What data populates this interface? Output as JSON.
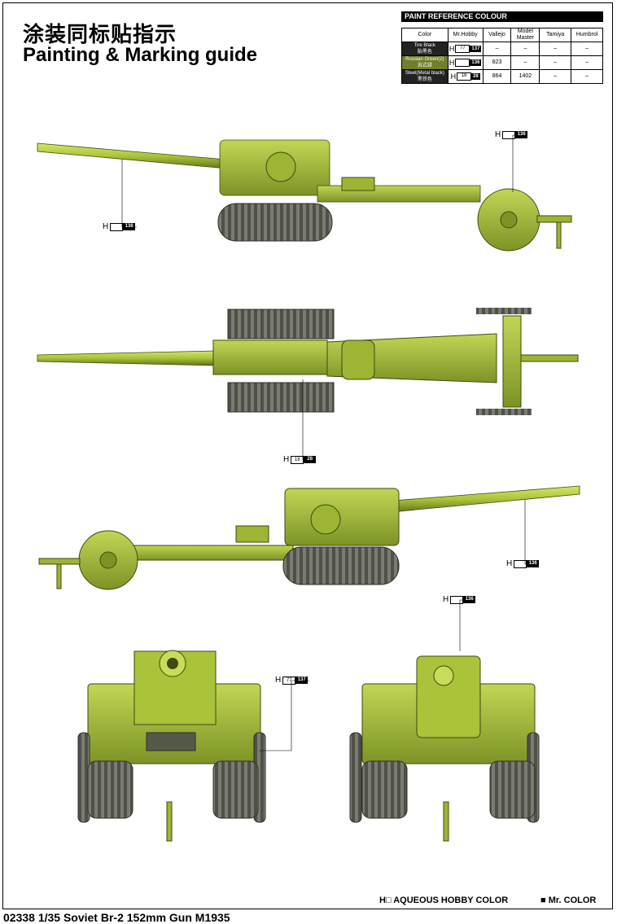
{
  "title_cn": "涂装同标贴指示",
  "title_en": "Painting & Marking guide",
  "paint_reference": {
    "heading": "PAINT REFERENCE COLOUR",
    "columns": [
      "Color",
      "Mr.Hobby",
      "Vallejo",
      "Model Master",
      "Tamiya",
      "Humbrol"
    ],
    "rows": [
      {
        "color": "Tire Black",
        "color_cn": "胎黑色",
        "h1": "77",
        "h2": "137",
        "vallejo": "–",
        "model_master": "–",
        "tamiya": "–",
        "humbrol": "–"
      },
      {
        "color": "Russian Green(2)",
        "color_cn": "苏式绿",
        "h1": "",
        "h2": "136",
        "vallejo": "823",
        "model_master": "–",
        "tamiya": "–",
        "humbrol": "–"
      },
      {
        "color": "Steel(Metal black)",
        "color_cn": "黑铁色",
        "h1": "18",
        "h2": "28",
        "vallejo": "864",
        "model_master": "1402",
        "tamiya": "–",
        "humbrol": "–"
      }
    ]
  },
  "callouts": {
    "side1_barrel": {
      "h": "H",
      "box": "",
      "num": "136"
    },
    "side1_wheel": {
      "h": "H",
      "box": "",
      "num": "136"
    },
    "top_steel": {
      "h": "H",
      "box": "18",
      "num": "28"
    },
    "side2_barrel": {
      "h": "H",
      "box": "",
      "num": "136"
    },
    "rear_top": {
      "h": "H",
      "box": "",
      "num": "136"
    },
    "front_tire": {
      "h": "H",
      "box": "77",
      "num": "137"
    }
  },
  "legend": {
    "aqueous": "H□ AQUEOUS HOBBY COLOR",
    "mr_color": "■ Mr. COLOR"
  },
  "footer": "02338  1/35  Soviet Br-2 152mm Gun M1935",
  "colors": {
    "olive": "#a9c33a",
    "olive_dark": "#6f8420",
    "olive_light": "#c9dc5a",
    "track": "#6d6f66",
    "ink": "#000000"
  }
}
